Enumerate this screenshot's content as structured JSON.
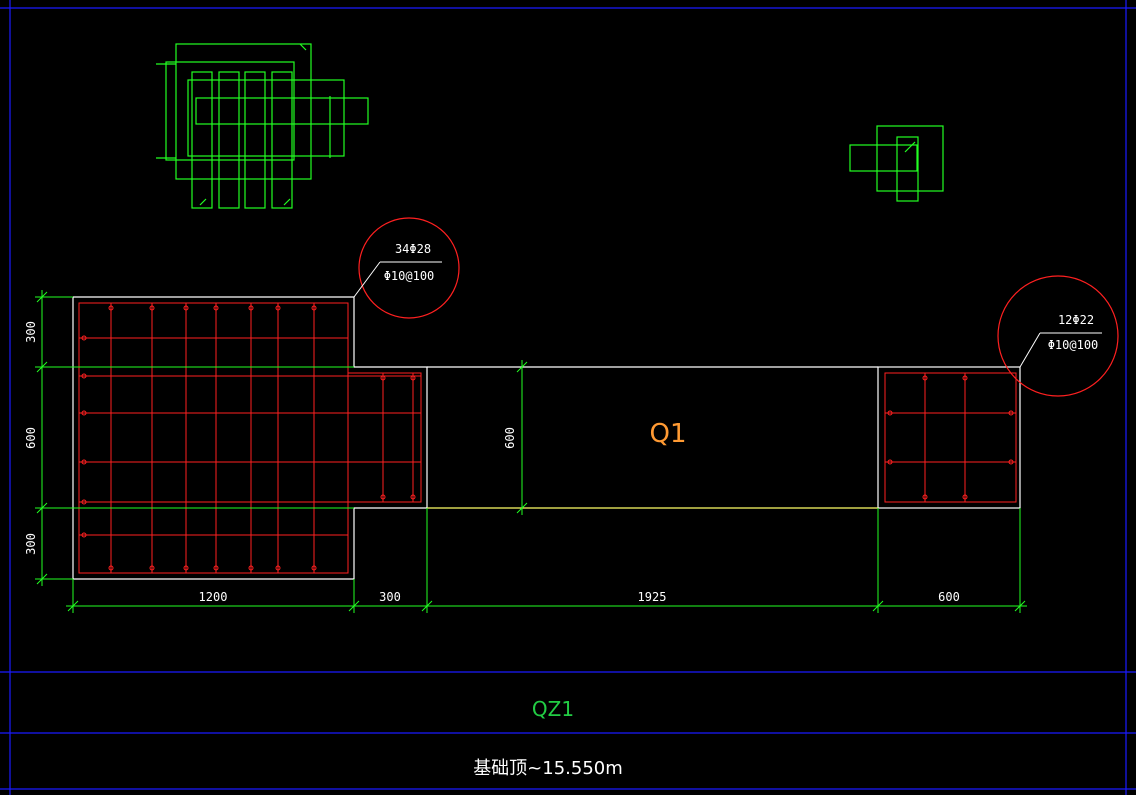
{
  "drawing": {
    "column_label": "QZ1",
    "elevation_note": "基础顶~15.550m",
    "wall_label": "Q1"
  },
  "callouts": {
    "left": {
      "bars": "34Φ28",
      "stirrups": "Φ10@100"
    },
    "right": {
      "bars": "12Φ22",
      "stirrups": "Φ10@100"
    }
  },
  "dimensions": {
    "bottom": [
      "1200",
      "300",
      "1925",
      "600"
    ],
    "left": [
      "300",
      "600",
      "300"
    ],
    "wall_thickness": "600"
  },
  "colors": {
    "background": "#000000",
    "frame": "#1a1aff",
    "outline": "#ffffff",
    "rebar": "#ff2020",
    "dimension": "#22ff22",
    "detail": "#22ff22",
    "wall_label": "#ff9a33",
    "title": "#22cc44",
    "slab_edge": "#ffff66"
  }
}
